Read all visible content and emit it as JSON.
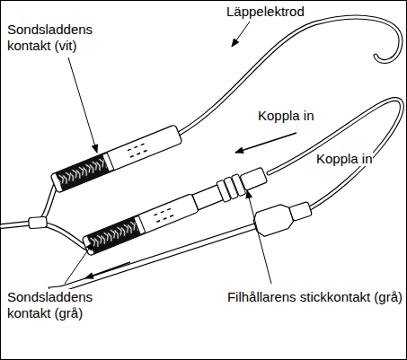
{
  "diagram": {
    "labels": [
      "Läppelektrod",
      "Sondsladdens kontakt (vit)",
      "Koppla in",
      "Koppla in",
      "Sondsladdens kontakt (grå)",
      "Filhållarens stickkontakt (grå)"
    ]
  }
}
